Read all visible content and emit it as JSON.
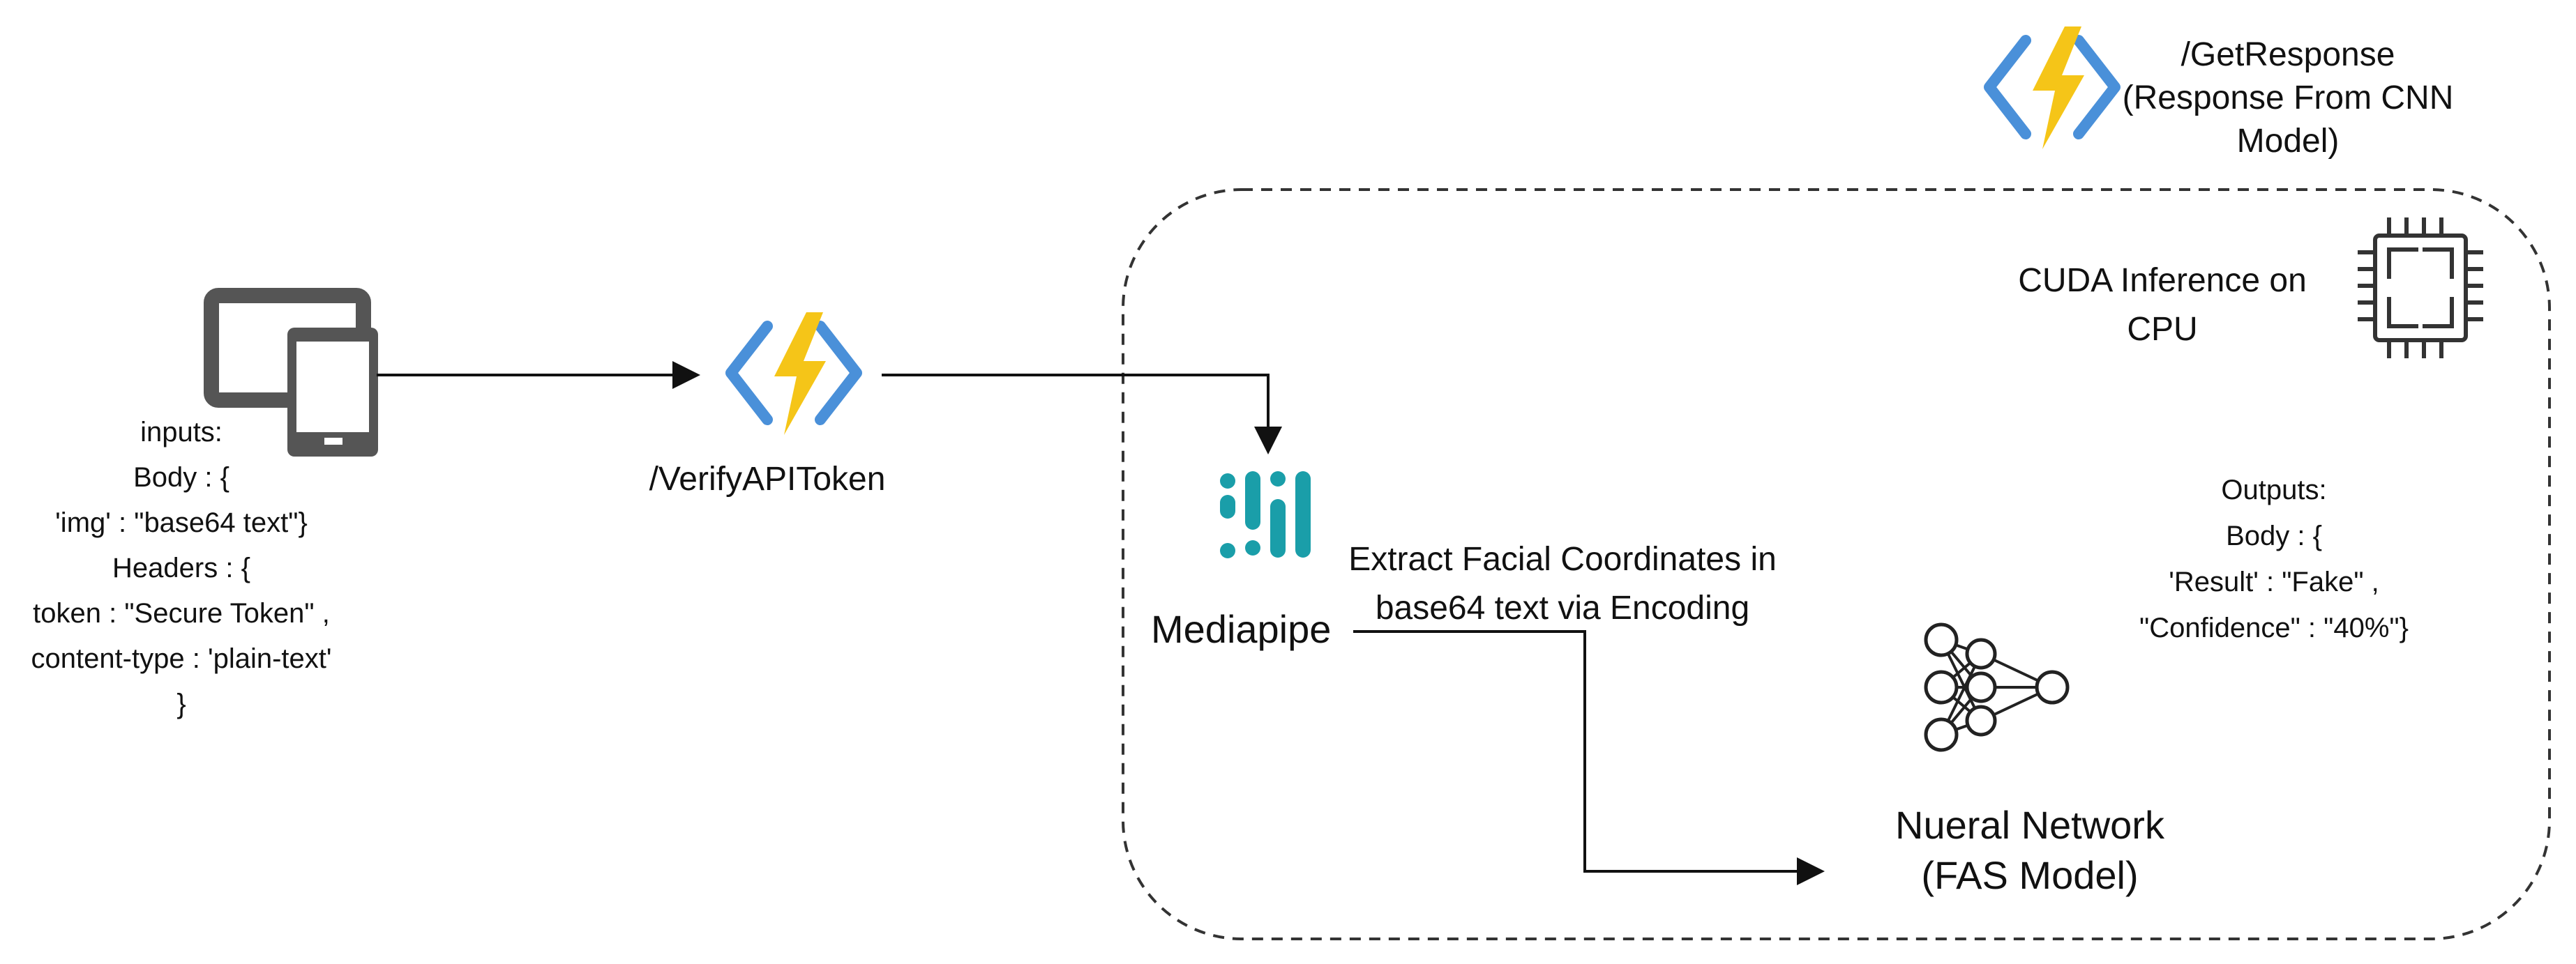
{
  "client": {
    "inputs_lines": [
      "inputs:",
      "Body : {",
      "'img' : \"base64 text\"}",
      "Headers : {",
      "token :  \"Secure Token\" ,",
      "content-type : 'plain-text'",
      "}"
    ]
  },
  "verify": {
    "label": "/VerifyAPIToken"
  },
  "get_response": {
    "lines": [
      "/GetResponse",
      "(Response From CNN",
      "Model)"
    ]
  },
  "cuda": {
    "lines": [
      "CUDA Inference on",
      "CPU"
    ]
  },
  "mediapipe": {
    "label": "Mediapipe"
  },
  "extract": {
    "lines": [
      "Extract Facial Coordinates in",
      "base64 text via Encoding"
    ]
  },
  "neural_net": {
    "lines": [
      "Nueral Network",
      "(FAS Model)"
    ]
  },
  "outputs": {
    "lines": [
      "Outputs:",
      "Body : {",
      "'Result' : \"Fake\" ,",
      "\"Confidence\" : \"40%\"}"
    ]
  },
  "colors": {
    "azure_blue": "#4a90d9",
    "bolt_yellow": "#f5c518",
    "mediapipe_teal": "#1a9ea9",
    "device_gray": "#555555",
    "line_black": "#111111"
  }
}
